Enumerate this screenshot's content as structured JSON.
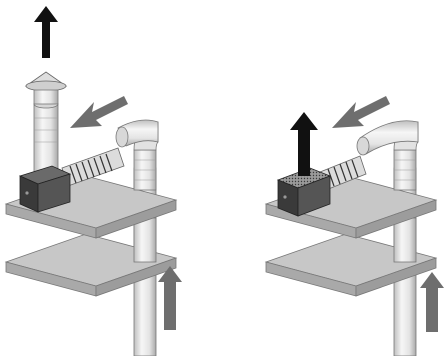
{
  "diagram": {
    "panels": [
      {
        "id": "left",
        "components": [
          "upper-shelf",
          "lower-shelf",
          "vertical-duct",
          "duct-elbow",
          "flexible-duct",
          "fan-box",
          "flue-pipe",
          "rain-cap"
        ],
        "arrows": [
          "exhaust-up-arrow",
          "airflow-in-arrow",
          "airflow-up-arrow"
        ]
      },
      {
        "id": "right",
        "components": [
          "upper-shelf",
          "lower-shelf",
          "vertical-duct",
          "duct-elbow",
          "flexible-duct",
          "fan-box",
          "grille-top"
        ],
        "arrows": [
          "exhaust-up-arrow",
          "airflow-in-arrow",
          "airflow-up-arrow"
        ]
      }
    ],
    "colors": {
      "background": "#ffffff",
      "shelf_top": "#c7c7c7",
      "shelf_side": "#a9a9a9",
      "pipe": "#ececec",
      "box_dark": "#3a3a3a",
      "box_side": "#555555",
      "arrow_black": "#111111",
      "arrow_grey": "#6e6e6e"
    }
  }
}
